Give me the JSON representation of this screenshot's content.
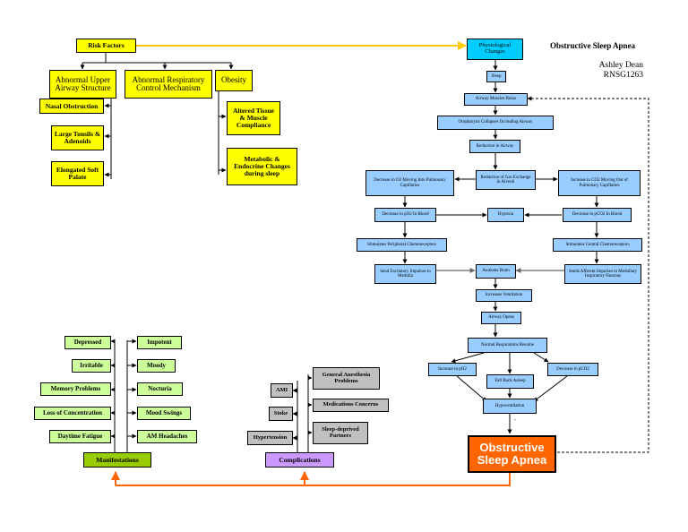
{
  "title": "Obstructive Sleep Apnea",
  "author": "Ashley Dean",
  "course": "RNSG1263",
  "risk": {
    "head": "Risk Factors",
    "airway": "Abnormal Upper Airway Structure",
    "respiratory": "Abnormal Respiratory Control Mechanism",
    "obesity": "Obesity",
    "nasal": "Nasal Obstruction",
    "tonsils": "Large Tonsils & Adenoids",
    "palate": "Elongated Soft Palate",
    "tissue": "Altered Tissue & Muscle Compliance",
    "metabolic": "Metabolic & Endocrine Changes during sleep"
  },
  "physio": {
    "head": "Physiological Changes",
    "sleep": "Sleep",
    "relax": "Airway Muscles Relax",
    "collapse": "Oropharynx Collapses Occluding Airway",
    "reduction": "Reduction in Airway",
    "gas": "Reduction of Gas Exchange in Alveoli",
    "o2_moving": "Decrease in O2 Moving Into Pulmonary Capillaries",
    "co2_moving": "Increase in CO2 Moving Out of Pulmonary Capillaries",
    "po2_blood": "Decrease in pO2 In Blood",
    "hypoxia": "Hypoxia",
    "pco2_blood": "Decrease in pCO2 In Blood",
    "peripheral": "Stimulates Peripheral Chemoreceptors",
    "central": "Stimulates Central Chemoreceptors",
    "excitatory": "Send Excitatory Impulses to Medulla",
    "awakens": "Awakens Brain",
    "afferent": "Sends Afferent Impulses to Medullary Inspiratory Neurons",
    "ventilation": "Increases Ventilation",
    "opens": "Airway Opens",
    "normal": "Normal Respirations Resume",
    "inc_po2": "Increase in pO2",
    "asleep": "Fall Back Asleep",
    "dec_pco2": "Decrease in pCO2",
    "hypo": "Hypoventilation",
    "dot": "."
  },
  "outcome": "Obstructive Sleep Apnea",
  "manifest": {
    "head": "Manifestations",
    "left": [
      "Depressed",
      "Irritable",
      "Memory Problems",
      "Loss of Concentration",
      "Daytime Fatigue"
    ],
    "right": [
      "Impotent",
      "Moody",
      "Nocturia",
      "Mood Swings",
      "AM Headaches"
    ]
  },
  "comp": {
    "head": "Complications",
    "left": [
      "AMI",
      "Stoke",
      "Hypertension"
    ],
    "right": [
      "General Anesthesia Problems",
      "Medications Concerns",
      "Sleep-deprived Partners"
    ]
  },
  "colors": {
    "risk": "#ffff00",
    "physio_head": "#00ccff",
    "physio": "#99ccff",
    "manifest": "#ccff99",
    "manifest_head": "#99cc00",
    "comp": "#c0c0c0",
    "comp_head": "#cc99ff",
    "outcome": "#ff6600",
    "arrow_yellow": "#ffcc00",
    "arrow_orange": "#ff6600"
  }
}
